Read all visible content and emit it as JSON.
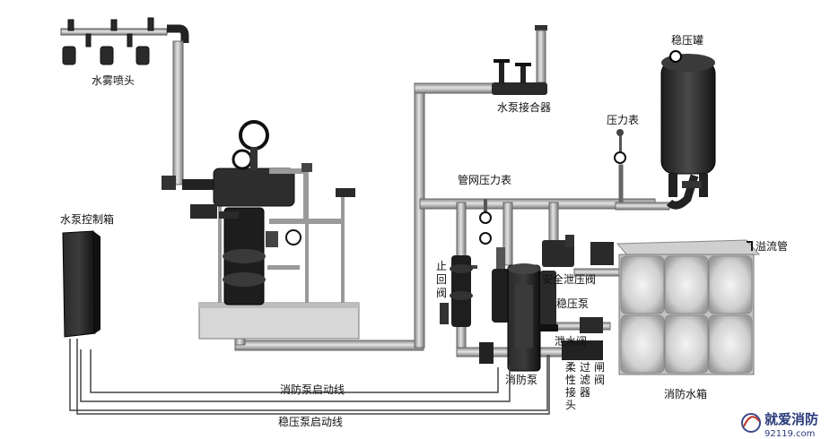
{
  "labels": {
    "spray_head": "水雾喷头",
    "pump_connector": "水泵接合器",
    "pressure_tank": "稳压罐",
    "pressure_gauge": "压力表",
    "network_gauge": "管网压力表",
    "control_box": "水泵控制箱",
    "check_valve": [
      "止",
      "回",
      "阀"
    ],
    "safety_relief_valve": "安全泄压阀",
    "overflow_pipe": "溢流管",
    "booster_pump": "稳压泵",
    "drain_valve": "泄水阀",
    "flexible_joint": [
      "柔",
      "性",
      "接",
      "头"
    ],
    "filter": [
      "过",
      "滤",
      "器"
    ],
    "gate_valve": [
      "闸",
      "阀"
    ],
    "fire_pump": "消防泵",
    "water_tank": "消防水箱",
    "fire_pump_line": "消防泵启动线",
    "booster_pump_line": "稳压泵启动线"
  },
  "logo": {
    "name": "就爱消防",
    "url": "92119.com"
  },
  "colors": {
    "pipe": "#b9b9b9",
    "pipe_edge": "#6a6a6a",
    "dark": "#1f1f1f",
    "wire": "#444444"
  }
}
